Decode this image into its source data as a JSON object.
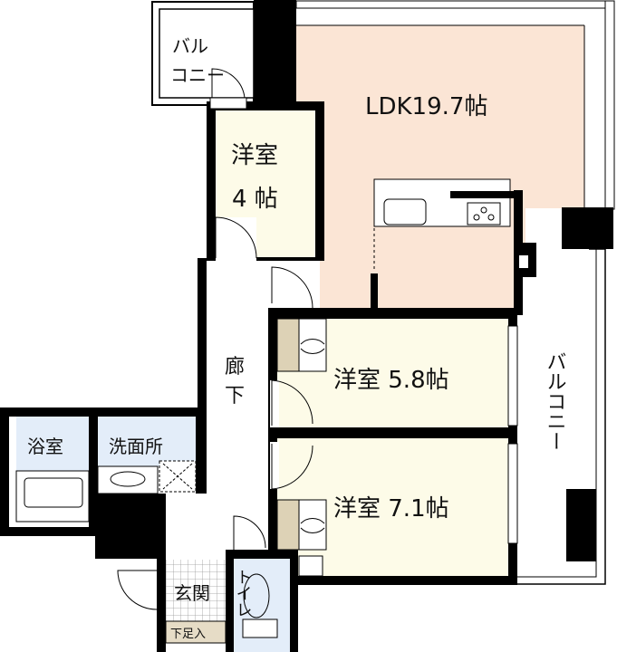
{
  "floor_plan": {
    "rooms": {
      "ldk": "LDK19.7帖",
      "western_4_line1": "洋室",
      "western_4_line2": "4 帖",
      "western_58": "洋室 5.8帖",
      "western_71": "洋室 7.1帖",
      "corridor_1": "廊",
      "corridor_2": "下",
      "bath": "浴室",
      "washroom": "洗面所",
      "entrance": "玄関",
      "shoe_box": "下足入",
      "toilet": "トイレ",
      "balcony_small_1": "バル",
      "balcony_small_2": "コニー",
      "balcony_right": "バルコニー"
    },
    "colors": {
      "ldk": "#fbe5d5",
      "western": "#fdfbe8",
      "wet_area": "#e3edf9",
      "closet": "#ddd2b6",
      "shoe_box": "#e6dcc6",
      "wall": "#000000"
    }
  }
}
